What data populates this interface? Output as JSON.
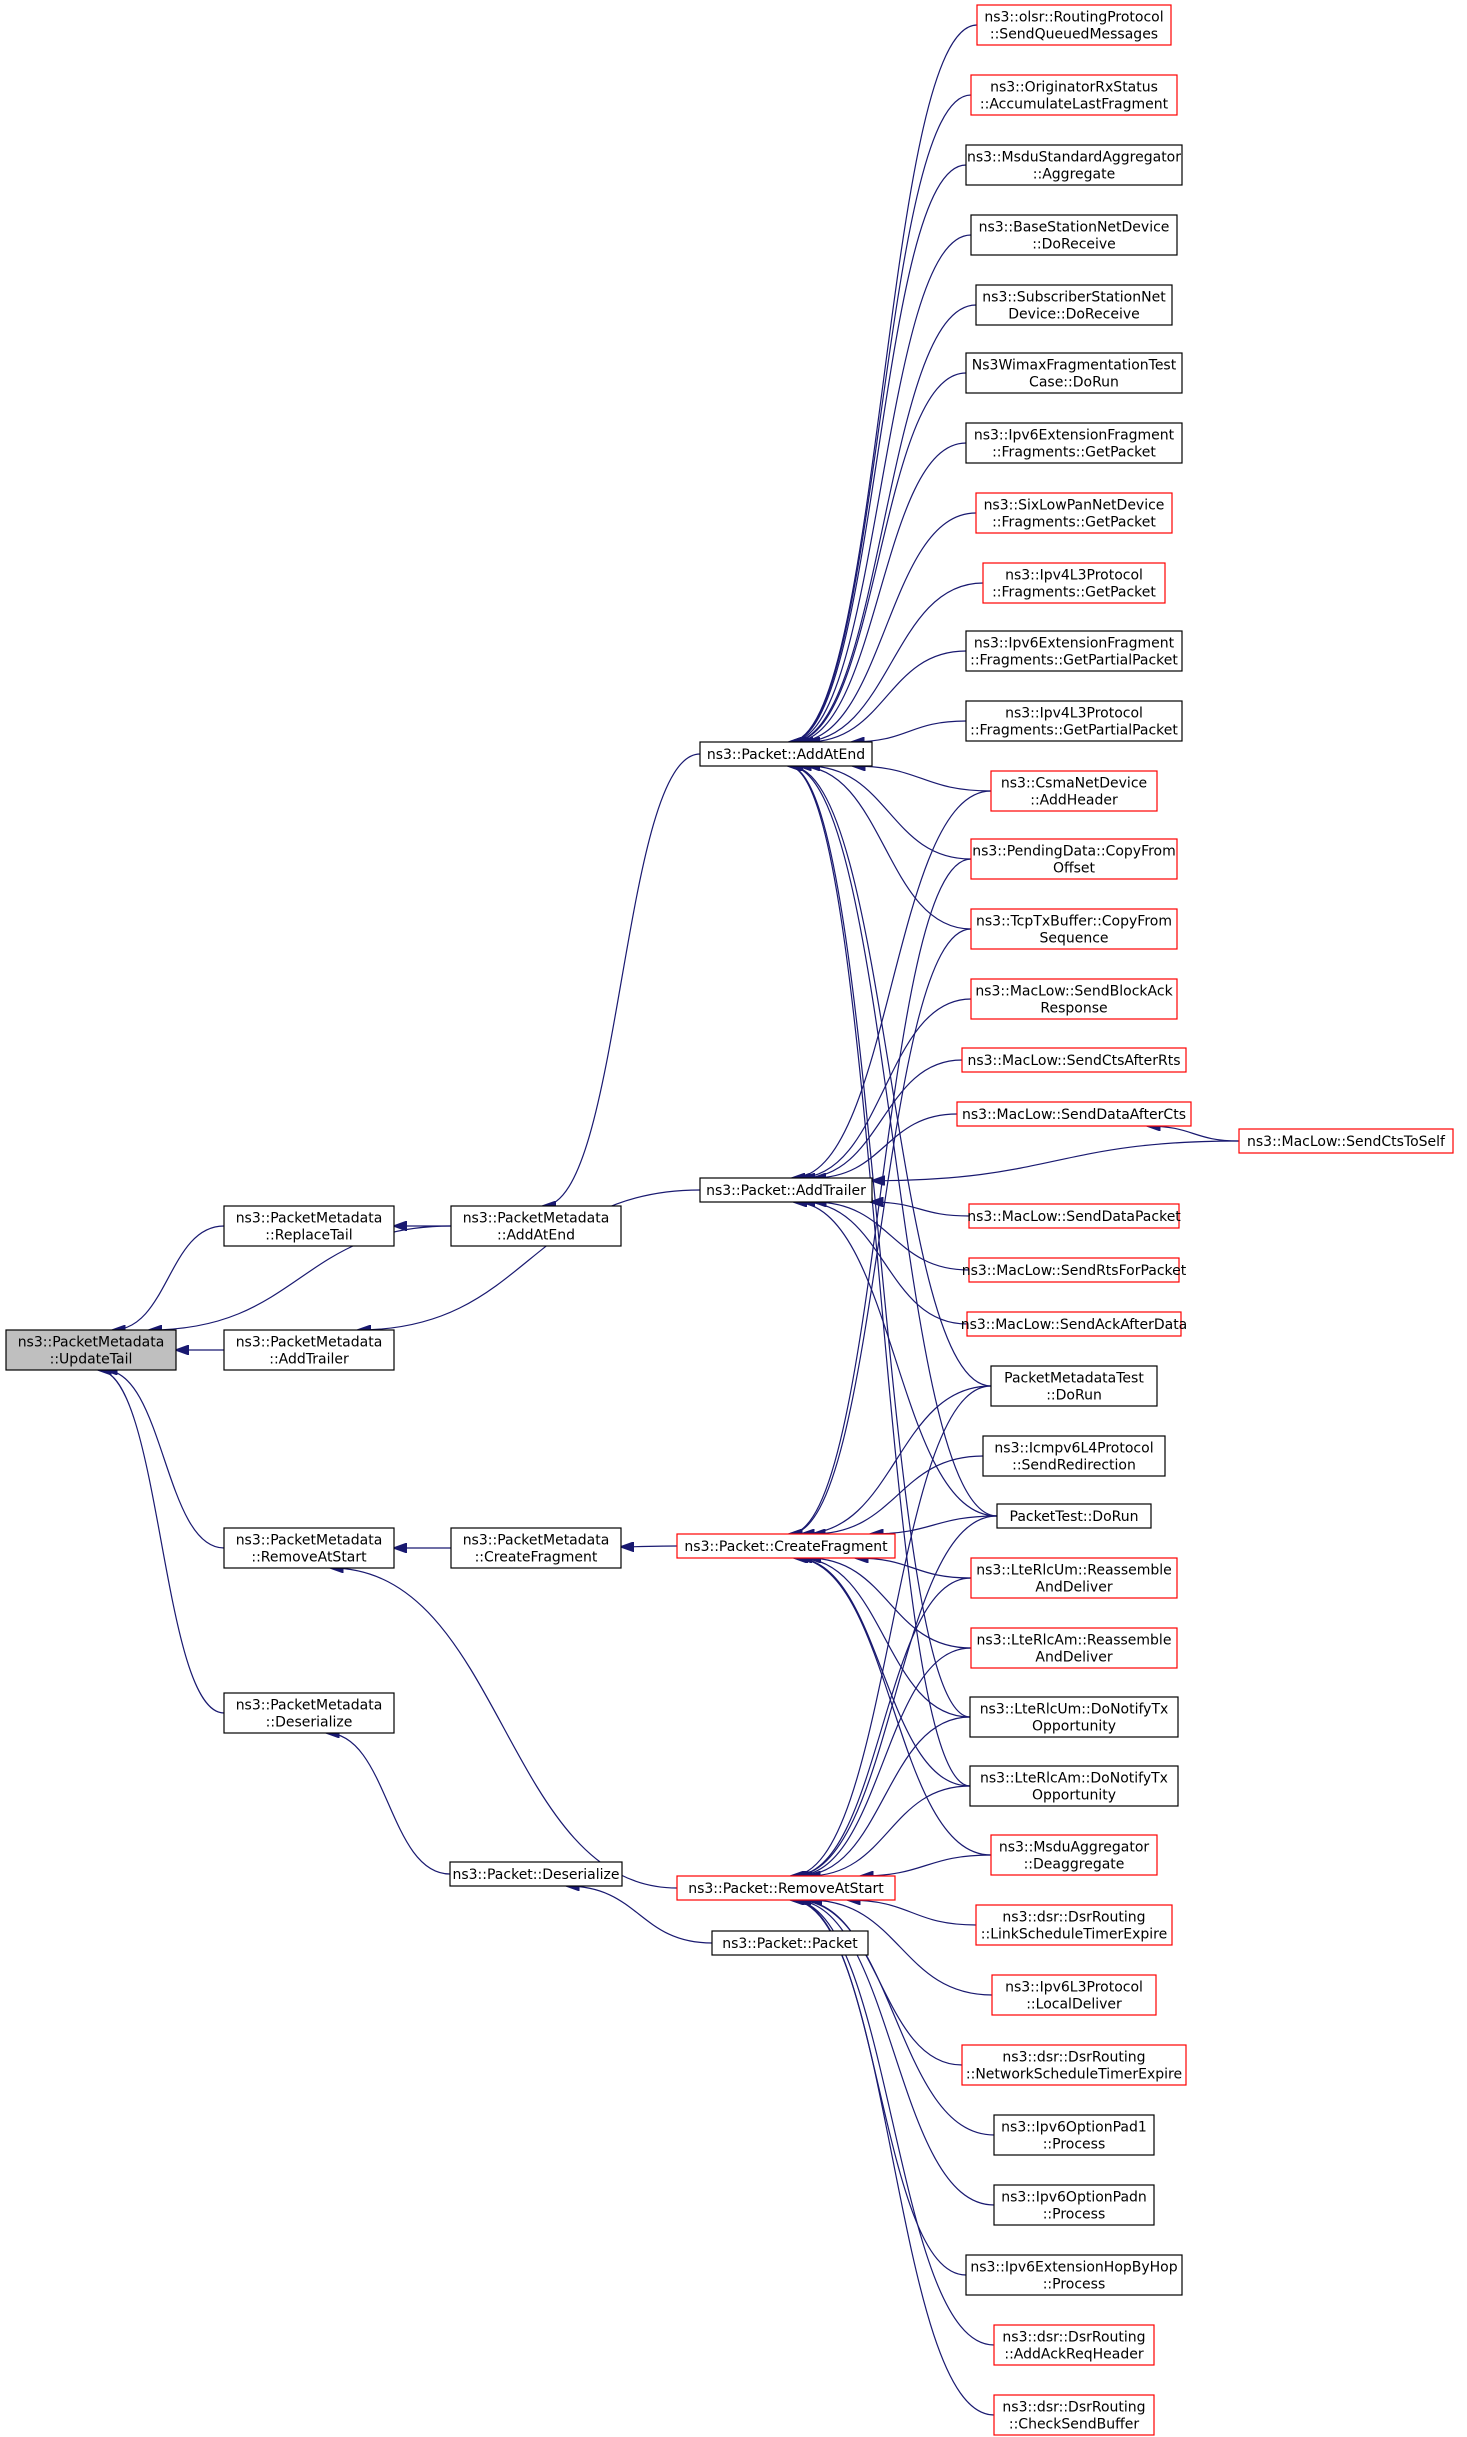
{
  "graph": {
    "edge_color": "#191970",
    "styles": {
      "focus": {
        "fill": "#bfbfbf",
        "stroke": "#000000"
      },
      "black": {
        "fill": "#ffffff",
        "stroke": "#000000"
      },
      "red": {
        "fill": "#ffffff",
        "stroke": "#ff0000"
      }
    },
    "nodes": [
      {
        "id": "update_tail",
        "style": "focus",
        "lines": [
          "ns3::PacketMetadata",
          "::UpdateTail"
        ]
      },
      {
        "id": "replace_tail",
        "style": "black",
        "lines": [
          "ns3::PacketMetadata",
          "::ReplaceTail"
        ]
      },
      {
        "id": "add_trailer_md",
        "style": "black",
        "lines": [
          "ns3::PacketMetadata",
          "::AddTrailer"
        ]
      },
      {
        "id": "remove_at_start_md",
        "style": "black",
        "lines": [
          "ns3::PacketMetadata",
          "::RemoveAtStart"
        ]
      },
      {
        "id": "deserialize_md",
        "style": "black",
        "lines": [
          "ns3::PacketMetadata",
          "::Deserialize"
        ]
      },
      {
        "id": "add_at_end_md",
        "style": "black",
        "lines": [
          "ns3::PacketMetadata",
          "::AddAtEnd"
        ]
      },
      {
        "id": "create_fragment_md",
        "style": "black",
        "lines": [
          "ns3::PacketMetadata",
          "::CreateFragment"
        ]
      },
      {
        "id": "packet_deserialize",
        "style": "black",
        "lines": [
          "ns3::Packet::Deserialize"
        ]
      },
      {
        "id": "packet_add_at_end",
        "style": "black",
        "lines": [
          "ns3::Packet::AddAtEnd"
        ]
      },
      {
        "id": "packet_add_trailer",
        "style": "black",
        "lines": [
          "ns3::Packet::AddTrailer"
        ]
      },
      {
        "id": "packet_create_fragment",
        "style": "red",
        "lines": [
          "ns3::Packet::CreateFragment"
        ]
      },
      {
        "id": "packet_remove_at_start",
        "style": "red",
        "lines": [
          "ns3::Packet::RemoveAtStart"
        ]
      },
      {
        "id": "packet_packet",
        "style": "black",
        "lines": [
          "ns3::Packet::Packet"
        ]
      },
      {
        "id": "olsr_send_queued",
        "style": "red",
        "lines": [
          "ns3::olsr::RoutingProtocol",
          "::SendQueuedMessages"
        ]
      },
      {
        "id": "originator_rx",
        "style": "red",
        "lines": [
          "ns3::OriginatorRxStatus",
          "::AccumulateLastFragment"
        ]
      },
      {
        "id": "msdu_std_aggregate",
        "style": "black",
        "lines": [
          "ns3::MsduStandardAggregator",
          "::Aggregate"
        ]
      },
      {
        "id": "bs_do_receive",
        "style": "black",
        "lines": [
          "ns3::BaseStationNetDevice",
          "::DoReceive"
        ]
      },
      {
        "id": "ss_do_receive",
        "style": "black",
        "lines": [
          "ns3::SubscriberStationNet",
          "Device::DoReceive"
        ]
      },
      {
        "id": "wimax_frag_test",
        "style": "black",
        "lines": [
          "Ns3WimaxFragmentationTest",
          "Case::DoRun"
        ]
      },
      {
        "id": "ipv6_ext_frag_get",
        "style": "black",
        "lines": [
          "ns3::Ipv6ExtensionFragment",
          "::Fragments::GetPacket"
        ]
      },
      {
        "id": "sixlowpan_get",
        "style": "red",
        "lines": [
          "ns3::SixLowPanNetDevice",
          "::Fragments::GetPacket"
        ]
      },
      {
        "id": "ipv4l3_get",
        "style": "red",
        "lines": [
          "ns3::Ipv4L3Protocol",
          "::Fragments::GetPacket"
        ]
      },
      {
        "id": "ipv6_ext_frag_partial",
        "style": "black",
        "lines": [
          "ns3::Ipv6ExtensionFragment",
          "::Fragments::GetPartialPacket"
        ]
      },
      {
        "id": "ipv4l3_partial",
        "style": "black",
        "lines": [
          "ns3::Ipv4L3Protocol",
          "::Fragments::GetPartialPacket"
        ]
      },
      {
        "id": "csma_add_header",
        "style": "red",
        "lines": [
          "ns3::CsmaNetDevice",
          "::AddHeader"
        ]
      },
      {
        "id": "pending_copy",
        "style": "red",
        "lines": [
          "ns3::PendingData::CopyFrom",
          "Offset"
        ]
      },
      {
        "id": "tcp_tx_copy",
        "style": "red",
        "lines": [
          "ns3::TcpTxBuffer::CopyFrom",
          "Sequence"
        ]
      },
      {
        "id": "maclow_send_block_ack",
        "style": "red",
        "lines": [
          "ns3::MacLow::SendBlockAck",
          "Response"
        ]
      },
      {
        "id": "maclow_send_cts_after_rts",
        "style": "red",
        "lines": [
          "ns3::MacLow::SendCtsAfterRts"
        ]
      },
      {
        "id": "maclow_send_data_after_cts",
        "style": "red",
        "lines": [
          "ns3::MacLow::SendDataAfterCts"
        ]
      },
      {
        "id": "maclow_send_cts_to_self",
        "style": "red",
        "lines": [
          "ns3::MacLow::SendCtsToSelf"
        ]
      },
      {
        "id": "maclow_send_data_packet",
        "style": "red",
        "lines": [
          "ns3::MacLow::SendDataPacket"
        ]
      },
      {
        "id": "maclow_send_rts",
        "style": "red",
        "lines": [
          "ns3::MacLow::SendRtsForPacket"
        ]
      },
      {
        "id": "maclow_send_ack",
        "style": "red",
        "lines": [
          "ns3::MacLow::SendAckAfterData"
        ]
      },
      {
        "id": "packet_metadata_test",
        "style": "black",
        "lines": [
          "PacketMetadataTest",
          "::DoRun"
        ]
      },
      {
        "id": "icmpv6_redirect",
        "style": "black",
        "lines": [
          "ns3::Icmpv6L4Protocol",
          "::SendRedirection"
        ]
      },
      {
        "id": "packet_test",
        "style": "black",
        "lines": [
          "PacketTest::DoRun"
        ]
      },
      {
        "id": "lte_um_reassemble",
        "style": "red",
        "lines": [
          "ns3::LteRlcUm::Reassemble",
          "AndDeliver"
        ]
      },
      {
        "id": "lte_am_reassemble",
        "style": "red",
        "lines": [
          "ns3::LteRlcAm::Reassemble",
          "AndDeliver"
        ]
      },
      {
        "id": "lte_um_notify",
        "style": "black",
        "lines": [
          "ns3::LteRlcUm::DoNotifyTx",
          "Opportunity"
        ]
      },
      {
        "id": "lte_am_notify",
        "style": "black",
        "lines": [
          "ns3::LteRlcAm::DoNotifyTx",
          "Opportunity"
        ]
      },
      {
        "id": "msdu_deaggregate",
        "style": "red",
        "lines": [
          "ns3::MsduAggregator",
          "::Deaggregate"
        ]
      },
      {
        "id": "dsr_link_timer",
        "style": "red",
        "lines": [
          "ns3::dsr::DsrRouting",
          "::LinkScheduleTimerExpire"
        ]
      },
      {
        "id": "ipv6l3_local",
        "style": "red",
        "lines": [
          "ns3::Ipv6L3Protocol",
          "::LocalDeliver"
        ]
      },
      {
        "id": "dsr_network_timer",
        "style": "red",
        "lines": [
          "ns3::dsr::DsrRouting",
          "::NetworkScheduleTimerExpire"
        ]
      },
      {
        "id": "pad1_process",
        "style": "black",
        "lines": [
          "ns3::Ipv6OptionPad1",
          "::Process"
        ]
      },
      {
        "id": "padn_process",
        "style": "black",
        "lines": [
          "ns3::Ipv6OptionPadn",
          "::Process"
        ]
      },
      {
        "id": "hopbyhop_process",
        "style": "black",
        "lines": [
          "ns3::Ipv6ExtensionHopByHop",
          "::Process"
        ]
      },
      {
        "id": "dsr_add_ack",
        "style": "red",
        "lines": [
          "ns3::dsr::DsrRouting",
          "::AddAckReqHeader"
        ]
      },
      {
        "id": "dsr_check_buffer",
        "style": "red",
        "lines": [
          "ns3::dsr::DsrRouting",
          "::CheckSendBuffer"
        ]
      }
    ]
  }
}
